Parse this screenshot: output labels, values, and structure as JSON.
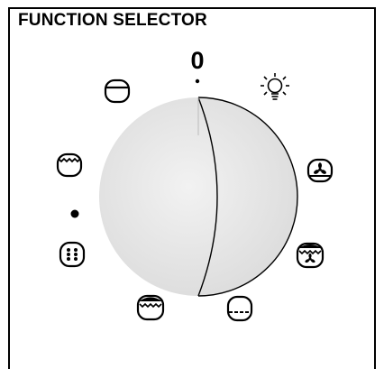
{
  "panel": {
    "title": "FUNCTION SELECTOR",
    "off_position_label": "0"
  },
  "positions": [
    {
      "name": "off",
      "label": "0"
    },
    {
      "name": "lamp-icon"
    },
    {
      "name": "bottom-element-fan-icon"
    },
    {
      "name": "grill-fan-icon"
    },
    {
      "name": "bottom-element-icon"
    },
    {
      "name": "grill-icon"
    },
    {
      "name": "convection-dots-icon"
    },
    {
      "name": "marker-dot"
    },
    {
      "name": "top-bottom-heat-icon"
    },
    {
      "name": "top-element-icon"
    }
  ],
  "colors": {
    "knob_fill": "#e8e8e8",
    "ink": "#000000"
  }
}
